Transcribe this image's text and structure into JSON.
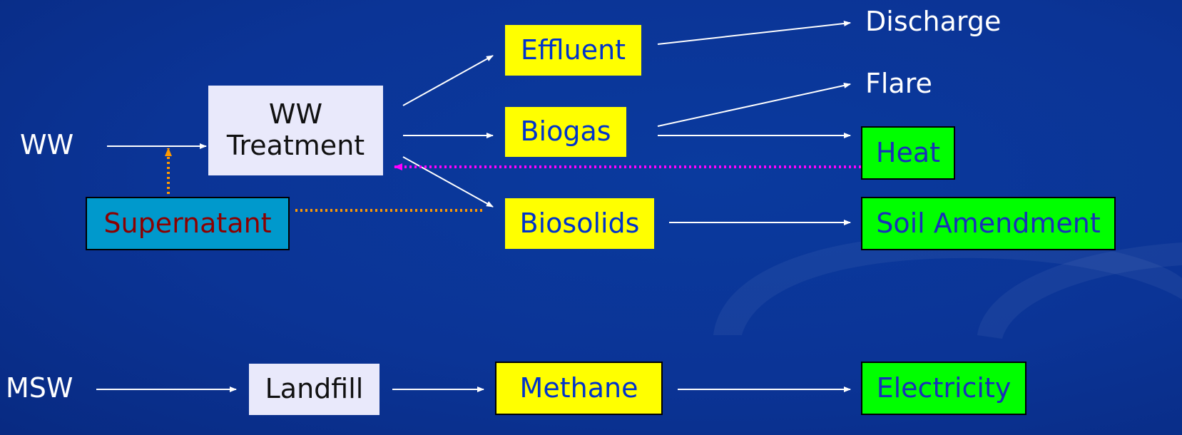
{
  "labels": {
    "ww": "WW",
    "msw": "MSW",
    "discharge": "Discharge",
    "flare": "Flare"
  },
  "nodes": {
    "ww_treatment_line1": "WW",
    "ww_treatment_line2": "Treatment",
    "effluent": "Effluent",
    "biogas": "Biogas",
    "biosolids": "Biosolids",
    "supernatant": "Supernatant",
    "heat": "Heat",
    "soil_amendment": "Soil Amendment",
    "landfill": "Landfill",
    "methane": "Methane",
    "electricity": "Electricity"
  },
  "colors": {
    "background": "#0b3496",
    "product_box": "#ffff00",
    "end_use_box": "#00ff00",
    "process_box": "#e9e9fb",
    "supernatant_box": "#0099cc",
    "arrow": "#ffffff",
    "heat_return_arrow": "#ff00ff",
    "supernatant_return_arrow": "#ff9900"
  }
}
